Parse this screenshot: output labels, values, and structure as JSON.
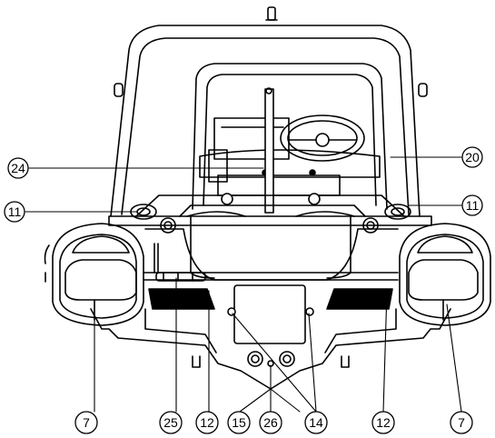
{
  "diagram": {
    "callouts": {
      "c24": "24",
      "c20": "20",
      "c11_left": "11",
      "c11_right": "11",
      "c7_left": "7",
      "c25": "25",
      "c12_left": "12",
      "c15": "15",
      "c26": "26",
      "c14": "14",
      "c12_right": "12",
      "c7_right": "7"
    }
  }
}
